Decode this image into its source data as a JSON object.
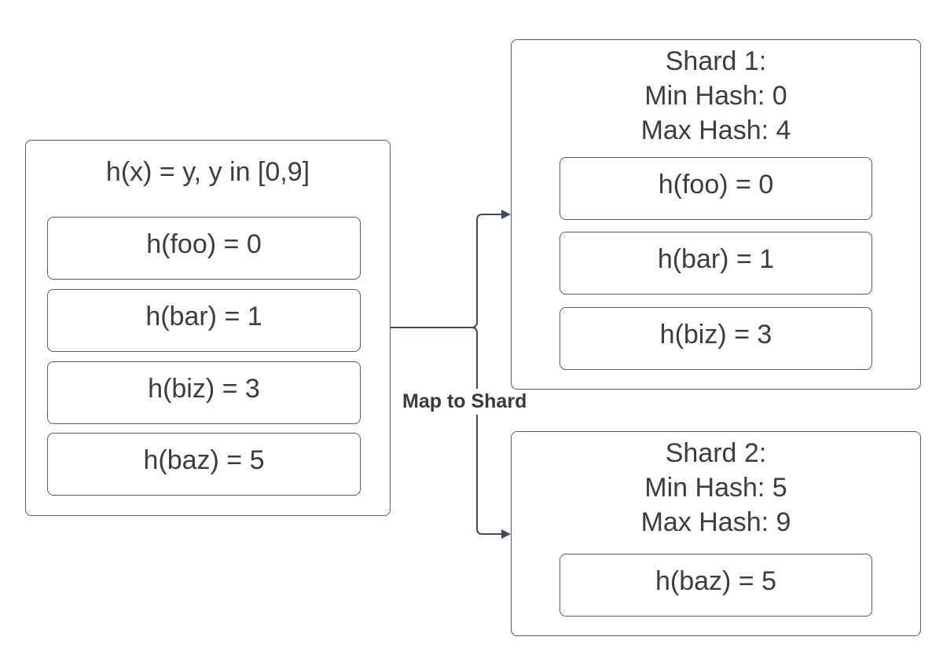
{
  "hash_box": {
    "title": "h(x) = y, y in [0,9]",
    "items": [
      "h(foo) = 0",
      "h(bar) = 1",
      "h(biz) = 3",
      "h(baz) = 5"
    ]
  },
  "connector": {
    "label": "Map to Shard"
  },
  "shards": [
    {
      "name": "Shard 1:",
      "min_hash": "Min Hash: 0",
      "max_hash": "Max Hash: 4",
      "items": [
        "h(foo) = 0",
        "h(bar) = 1",
        "h(biz) = 3"
      ]
    },
    {
      "name": "Shard 2:",
      "min_hash": "Min Hash: 5",
      "max_hash": "Max Hash: 9",
      "items": [
        "h(baz) = 5"
      ]
    }
  ],
  "colors": {
    "border": "#5c5c5c",
    "text": "#3d3d3d",
    "connector": "#3f4a5a"
  }
}
